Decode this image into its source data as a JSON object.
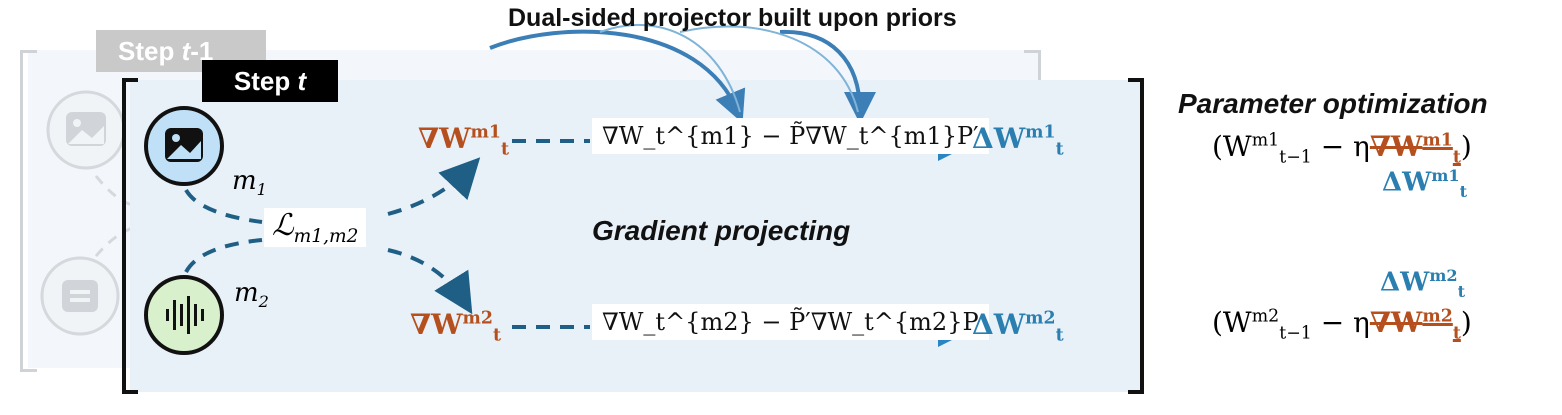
{
  "title": "Dual-sided projector built upon priors",
  "prev_step": {
    "label_prefix": "Step ",
    "label_var": "t",
    "label_suffix": "-1"
  },
  "current_step": {
    "label_prefix": "Step ",
    "label_var": "t"
  },
  "center_label": "Gradient projecting",
  "param_title": "Parameter optimization",
  "modalities": {
    "m1": {
      "label": "m",
      "sub": "1",
      "icon": "image-icon",
      "color": "#bfe0f6"
    },
    "m2": {
      "label": "m",
      "sub": "2",
      "icon": "audio-waveform-icon",
      "color": "#d8f0cc"
    }
  },
  "loss": {
    "symbol": "ℒ",
    "sub": "m1,m2"
  },
  "row1": {
    "grad": "∇W",
    "grad_sub": "t",
    "grad_sup": "m1",
    "proj": "∇W_t^{m1} − P̃∇W_t^{m1}P′",
    "delta": "ΔW",
    "delta_sub": "t",
    "delta_sup": "m1"
  },
  "row2": {
    "grad": "∇W",
    "grad_sub": "t",
    "grad_sup": "m2",
    "proj": "∇W_t^{m2} − P̃′∇W_t^{m2}P",
    "delta": "ΔW",
    "delta_sub": "t",
    "delta_sup": "m2"
  },
  "update1": {
    "lhs": "(W",
    "lhs_sub": "t−1",
    "lhs_sup": "m1",
    "mid": " − η",
    "rhs": ")"
  },
  "update2": {
    "lhs": "(W",
    "lhs_sub": "t−1",
    "lhs_sup": "m2",
    "mid": " − η",
    "rhs": ")"
  },
  "colors": {
    "gradient": "#b5501e",
    "update": "#2a7fb0",
    "arrow": "#1f5f86",
    "top_arrow": "#3c7fb6"
  }
}
